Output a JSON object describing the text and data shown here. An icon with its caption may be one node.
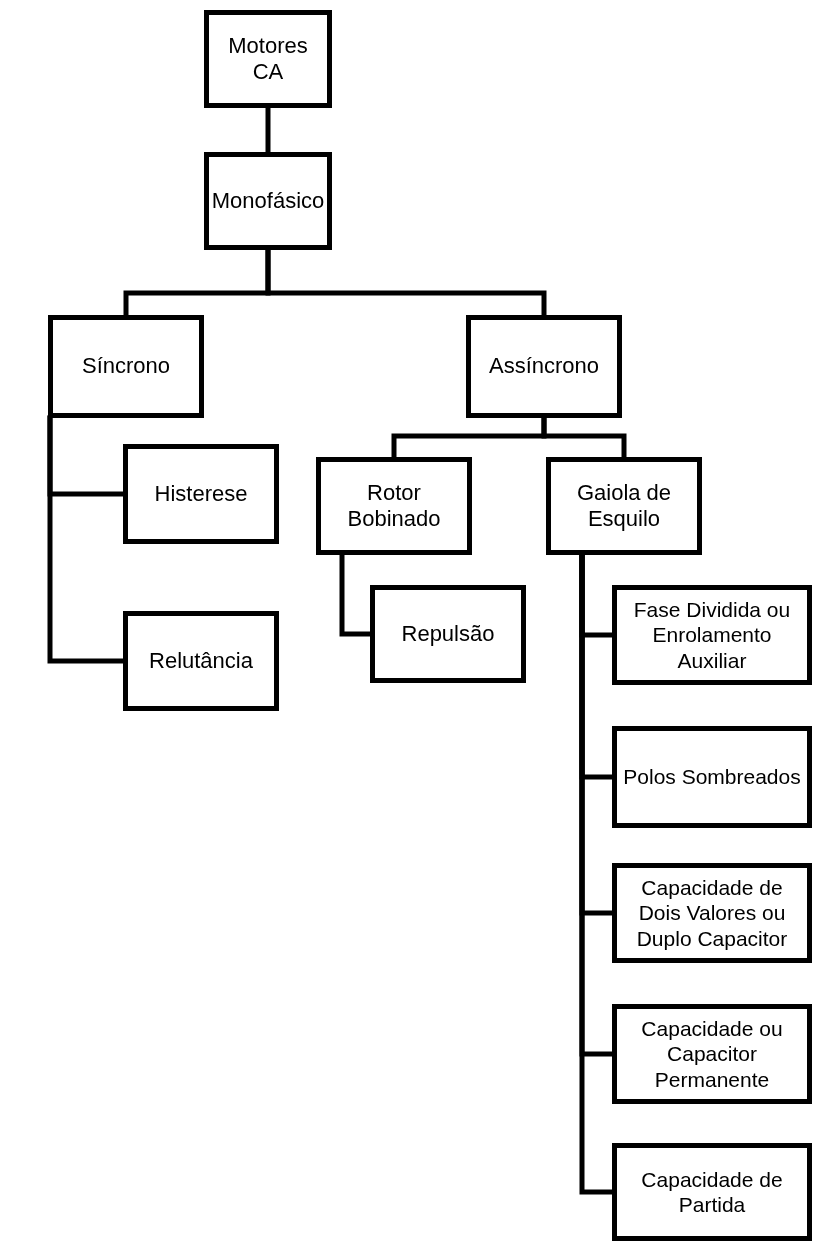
{
  "diagram": {
    "nodes": [
      {
        "text": [
          "Motores CA"
        ]
      },
      {
        "text": [
          "Monofásico"
        ]
      },
      {
        "text": [
          "Síncrono"
        ]
      },
      {
        "text": [
          "Assíncrono"
        ]
      },
      {
        "text": [
          "Histerese"
        ]
      },
      {
        "text": [
          "Rotor Bobinado"
        ]
      },
      {
        "text": [
          "Gaiola de Esquilo"
        ]
      },
      {
        "text": [
          "Relutância"
        ]
      },
      {
        "text": [
          "Repulsão"
        ]
      },
      {
        "text": [
          "Fase Dividida ou Enrolamento Auxiliar"
        ]
      },
      {
        "text": [
          "Polos Sombreados"
        ]
      },
      {
        "text": [
          "Capacidade de Dois Valores ou Duplo Capacitor"
        ]
      },
      {
        "text": [
          "Capacidade ou Capacitor Permanente"
        ]
      },
      {
        "text": [
          "Capacidade de Partida"
        ]
      }
    ],
    "edges": [
      {
        "from": 0,
        "to": 1,
        "arrow": "none"
      },
      {
        "from": 1,
        "to": 2,
        "arrow": "none"
      },
      {
        "from": 1,
        "to": 3,
        "arrow": "none"
      },
      {
        "from": 2,
        "to": 4,
        "arrow": "none"
      },
      {
        "from": 2,
        "to": 7,
        "arrow": "none"
      },
      {
        "from": 3,
        "to": 5,
        "arrow": "none"
      },
      {
        "from": 3,
        "to": 6,
        "arrow": "none"
      },
      {
        "from": 5,
        "to": 8,
        "arrow": "none"
      },
      {
        "from": 6,
        "to": 9,
        "arrow": "none"
      },
      {
        "from": 6,
        "to": 10,
        "arrow": "none"
      },
      {
        "from": 6,
        "to": 11,
        "arrow": "none"
      },
      {
        "from": 6,
        "to": 12,
        "arrow": "none"
      },
      {
        "from": 6,
        "to": 13,
        "arrow": "none"
      }
    ]
  }
}
